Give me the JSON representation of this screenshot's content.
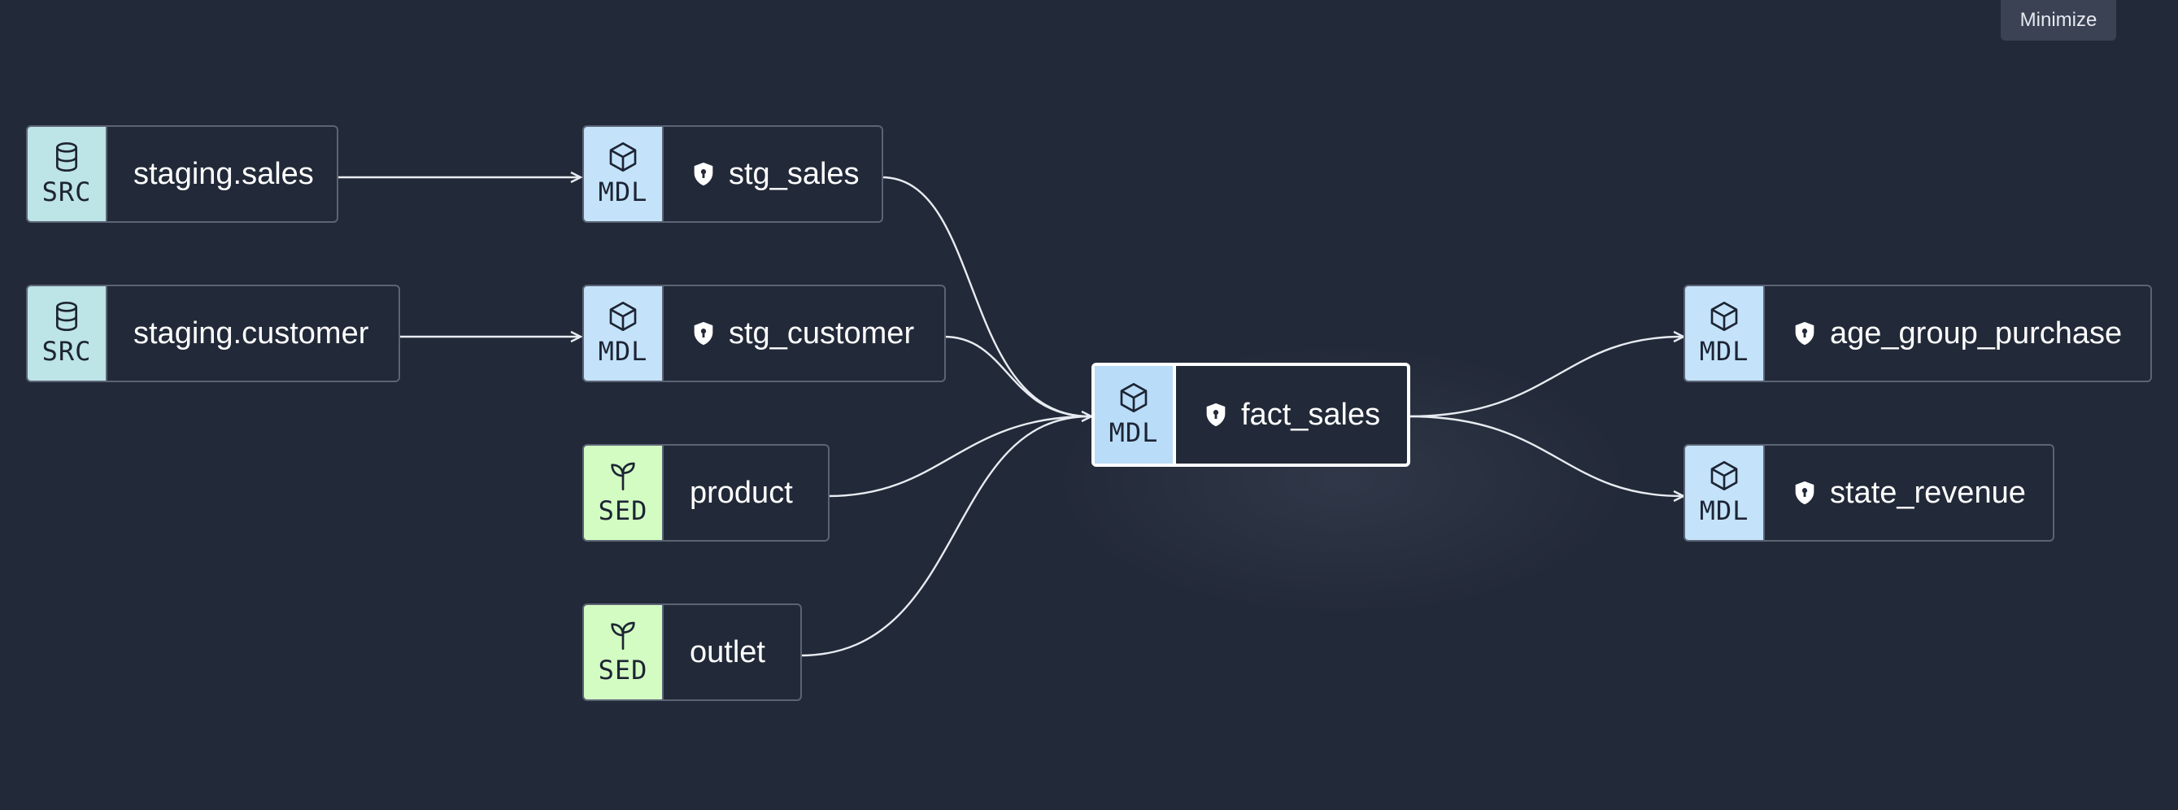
{
  "toolbar": {
    "minimize_label": "Minimize"
  },
  "colors": {
    "background": "#222938",
    "node_border": "#5b6475",
    "selected_border": "#ffffff",
    "src_badge": "#bde4e6",
    "mdl_badge": "#c4e3fb",
    "sed_badge": "#d3fcc3",
    "edge": "#e8ecf2"
  },
  "nodes": {
    "staging_sales": {
      "badge": "SRC",
      "icon": "database-icon",
      "label": "staging.sales"
    },
    "staging_customer": {
      "badge": "SRC",
      "icon": "database-icon",
      "label": "staging.customer"
    },
    "stg_sales": {
      "badge": "MDL",
      "icon": "cube-icon",
      "label": "stg_sales",
      "shield": true
    },
    "stg_customer": {
      "badge": "MDL",
      "icon": "cube-icon",
      "label": "stg_customer",
      "shield": true
    },
    "product": {
      "badge": "SED",
      "icon": "sprout-icon",
      "label": "product"
    },
    "outlet": {
      "badge": "SED",
      "icon": "sprout-icon",
      "label": "outlet"
    },
    "fact_sales": {
      "badge": "MDL",
      "icon": "cube-icon",
      "label": "fact_sales",
      "shield": true,
      "selected": true
    },
    "age_group_purchase": {
      "badge": "MDL",
      "icon": "cube-icon",
      "label": "age_group_purchase",
      "shield": true
    },
    "state_revenue": {
      "badge": "MDL",
      "icon": "cube-icon",
      "label": "state_revenue",
      "shield": true
    }
  },
  "edges": [
    {
      "from": "staging_sales",
      "to": "stg_sales"
    },
    {
      "from": "staging_customer",
      "to": "stg_customer"
    },
    {
      "from": "stg_sales",
      "to": "fact_sales"
    },
    {
      "from": "stg_customer",
      "to": "fact_sales"
    },
    {
      "from": "product",
      "to": "fact_sales"
    },
    {
      "from": "outlet",
      "to": "fact_sales"
    },
    {
      "from": "fact_sales",
      "to": "age_group_purchase"
    },
    {
      "from": "fact_sales",
      "to": "state_revenue"
    }
  ]
}
